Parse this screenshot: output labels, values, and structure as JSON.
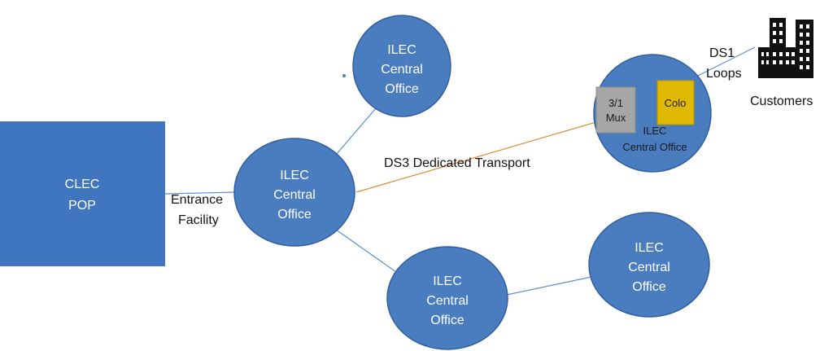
{
  "colors": {
    "node_fill": "#4a7dbf",
    "node_stroke": "#2f5f9e",
    "pop_fill": "#4076c0",
    "link_line": "#5b8fd0",
    "transport_line": "#e08a3c",
    "mux_fill": "#a6a6a6",
    "colo_fill": "#e0b800",
    "buildings": "#111111"
  },
  "clec_pop": {
    "line1": "CLEC",
    "line2": "POP"
  },
  "ilec_co": {
    "line1": "ILEC",
    "line2": "Central",
    "line3": "Office"
  },
  "remote_co": {
    "line1": "ILEC",
    "line2": "Central Office",
    "mux_line1": "3/1",
    "mux_line2": "Mux",
    "colo": "Colo"
  },
  "labels": {
    "entrance_line1": "Entrance",
    "entrance_line2": "Facility",
    "transport": "DS3 Dedicated Transport",
    "ds1_line1": "DS1",
    "ds1_line2": "Loops",
    "customers": "Customers"
  },
  "icons": {
    "customers": "office-buildings-icon"
  }
}
